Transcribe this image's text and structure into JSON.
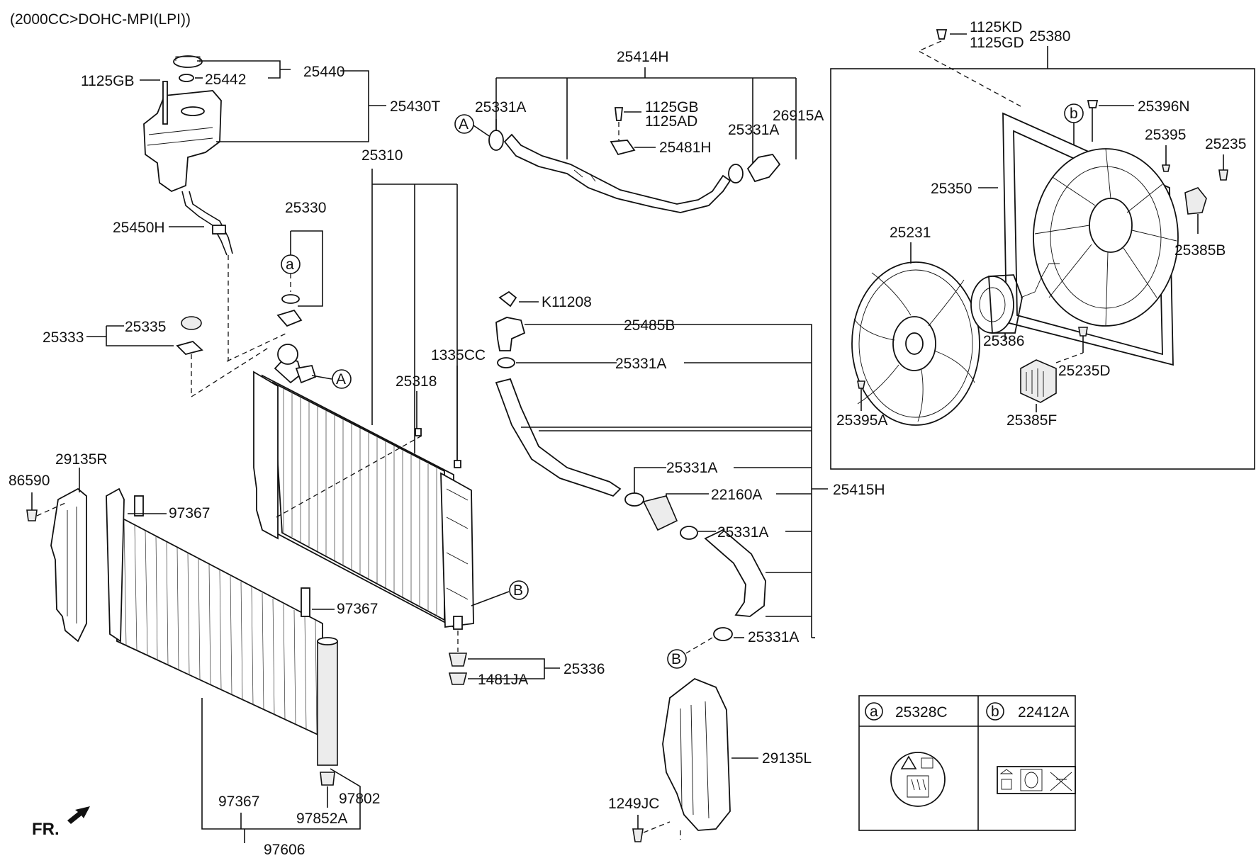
{
  "header": {
    "engine_note": "(2000CC>DOHC-MPI(LPI))"
  },
  "front_label": "FR.",
  "callouts": {
    "A": "A",
    "B": "B",
    "a": "a",
    "b": "b"
  },
  "labels": {
    "p25440": "25440",
    "p25442": "25442",
    "p1125GB_top": "1125GB",
    "p25430T": "25430T",
    "p25450H": "25450H",
    "p25310": "25310",
    "p25330": "25330",
    "p25333": "25333",
    "p25335": "25335",
    "p25318": "25318",
    "p1335CC": "1335CC",
    "p25414H": "25414H",
    "p25331A_1": "25331A",
    "p1125GB_mid": "1125GB",
    "p1125AD": "1125AD",
    "p25481H": "25481H",
    "p25331A_2": "25331A",
    "p26915A": "26915A",
    "p1125KD": "1125KD",
    "p1125GD": "1125GD",
    "p25380": "25380",
    "p25396N": "25396N",
    "p25395": "25395",
    "p25235": "25235",
    "p25350": "25350",
    "p25231": "25231",
    "p25385B": "25385B",
    "p25386": "25386",
    "p25235D": "25235D",
    "p25395A": "25395A",
    "p25385F": "25385F",
    "pK11208": "K11208",
    "p25485B": "25485B",
    "p25331A_3": "25331A",
    "p25331A_4": "25331A",
    "p22160A": "22160A",
    "p25415H": "25415H",
    "p25331A_5": "25331A",
    "p25331A_6": "25331A",
    "p29135R": "29135R",
    "p86590": "86590",
    "p97367_1": "97367",
    "p97367_2": "97367",
    "p97367_3": "97367",
    "p25336": "25336",
    "p1481JA": "1481JA",
    "p97802": "97802",
    "p97852A": "97852A",
    "p97606": "97606",
    "p29135L": "29135L",
    "p1249JC": "1249JC"
  },
  "legend": {
    "a": {
      "key": "a",
      "part": "25328C"
    },
    "b": {
      "key": "b",
      "part": "22412A"
    }
  }
}
